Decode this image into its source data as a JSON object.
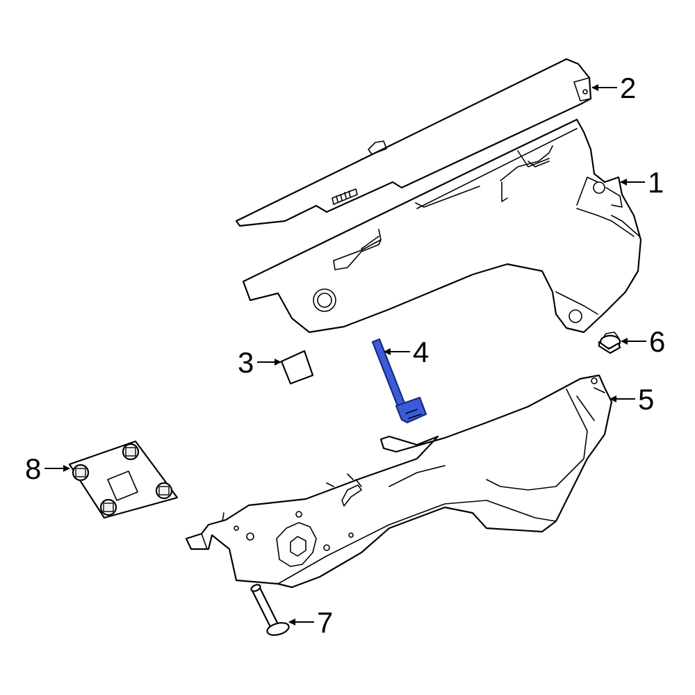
{
  "colors": {
    "highlight": "#3b5bdb",
    "highlight_stroke": "#1a2a7a",
    "line": "#000000",
    "background": "#ffffff"
  },
  "callouts": [
    {
      "id": "1",
      "label": "1"
    },
    {
      "id": "2",
      "label": "2"
    },
    {
      "id": "3",
      "label": "3"
    },
    {
      "id": "4",
      "label": "4"
    },
    {
      "id": "5",
      "label": "5"
    },
    {
      "id": "6",
      "label": "6"
    },
    {
      "id": "7",
      "label": "7"
    },
    {
      "id": "8",
      "label": "8"
    }
  ],
  "highlighted_part": "4"
}
